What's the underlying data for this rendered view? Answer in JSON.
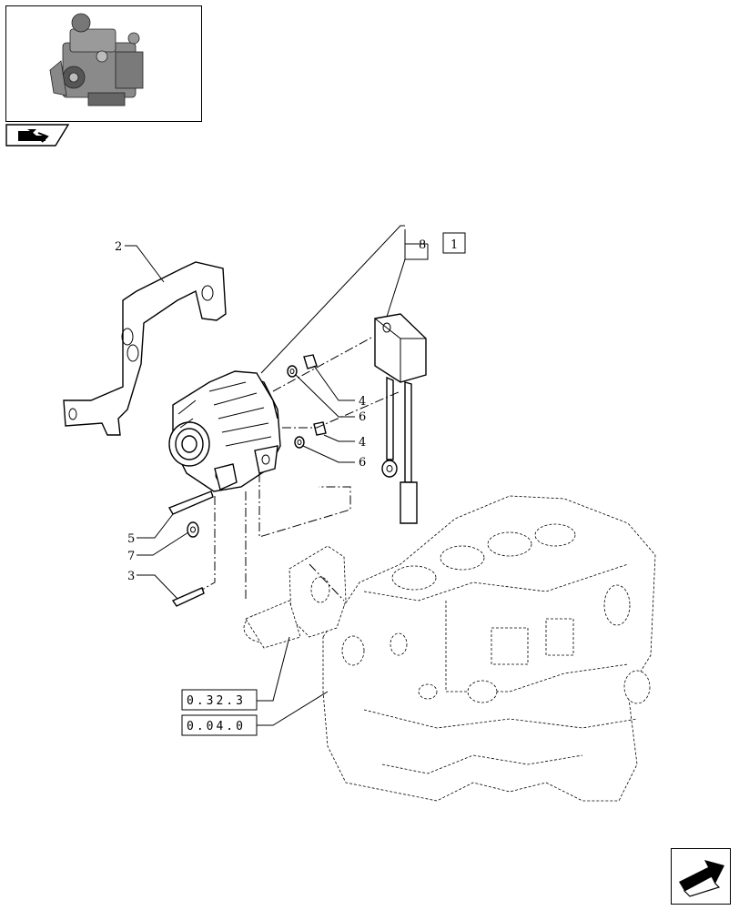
{
  "callouts": {
    "bracket": "2",
    "regulator": "8",
    "regulator_ref_box": "1",
    "nut_upper": "4",
    "washer_upper": "6",
    "nut_lower": "4",
    "washer_lower": "6",
    "bolt_long": "5",
    "washer_bolt": "7",
    "bolt_short": "3"
  },
  "references": {
    "water_pump": "0.32.3",
    "engine_block": "0.04.0"
  },
  "icons": {
    "thumbnail": "engine-thumbnail-icon",
    "nav_tab": "tractor-nav-icon",
    "next_page": "next-page-arrow-icon"
  }
}
